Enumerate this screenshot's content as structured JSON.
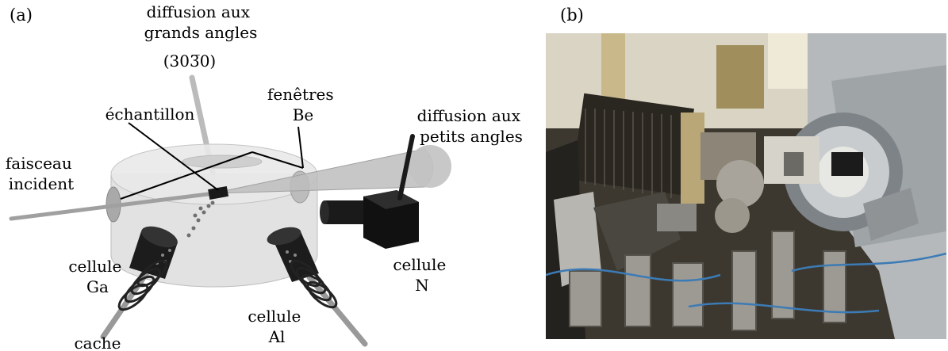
{
  "panel_a": {
    "panel_label": "(a)",
    "labels": {
      "wide_angle": [
        "diffusion aux",
        "grands angles"
      ],
      "miller_index": "(303̅0)",
      "be_windows": [
        "fenêtres",
        "Be"
      ],
      "sample": "échantillon",
      "small_angle": [
        "diffusion aux",
        "petits angles"
      ],
      "incident_beam": [
        "faisceau",
        "incident"
      ],
      "cell_ga": [
        "cellule",
        "Ga"
      ],
      "cell_al": [
        "cellule",
        "Al"
      ],
      "cell_n": [
        "cellule",
        "N"
      ],
      "shutter": "cache"
    }
  },
  "panel_b": {
    "panel_label": "(b)",
    "image_description": "photograph of the MBE growth chamber installed on the diffractometer"
  }
}
